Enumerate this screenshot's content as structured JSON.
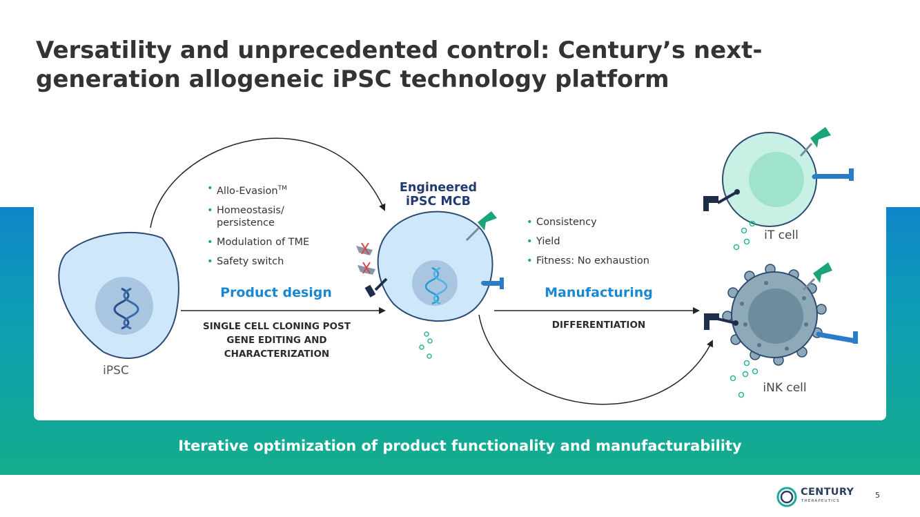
{
  "slide": {
    "title": "Versatility and unprecedented control: Century’s next-generation allogeneic iPSC technology platform",
    "bottom_text": "Iterative optimization of product functionality and manufacturability",
    "page_number": "5"
  },
  "diagram": {
    "ipsc_label": "iPSC",
    "mcb_label_line1": "Engineered",
    "mcb_label_line2": "iPSC MCB",
    "product_design_label": "Product design",
    "product_design_subtitle_line1": "SINGLE CELL CLONING POST",
    "product_design_subtitle_line2": "GENE EDITING AND",
    "product_design_subtitle_line3": "CHARACTERIZATION",
    "design_bullets": [
      {
        "text": "Allo-Evasion",
        "sup": "TM"
      },
      {
        "text": "Homeostasis/ persistence"
      },
      {
        "text": "Modulation of TME"
      },
      {
        "text": "Safety switch"
      }
    ],
    "manufacturing_label": "Manufacturing",
    "manufacturing_subtitle": "DIFFERENTIATION",
    "manufacturing_bullets": [
      {
        "text": "Consistency"
      },
      {
        "text": "Yield"
      },
      {
        "text": "Fitness: No exhaustion"
      }
    ],
    "it_cell_label": "iT cell",
    "ink_cell_label": "iNK cell"
  },
  "logo": {
    "name": "CENTURY",
    "subtitle": "THERAPEUTICS"
  },
  "colors": {
    "title": "#333333",
    "accent_blue": "#1a88d1",
    "navy": "#223a72",
    "band_top": "#0e86c8",
    "band_bottom": "#14ad8b",
    "cell_fill": "#cfe7fb",
    "it_cell_fill": "#c9f0e4",
    "ink_cell_fill": "#8ea9b8"
  }
}
